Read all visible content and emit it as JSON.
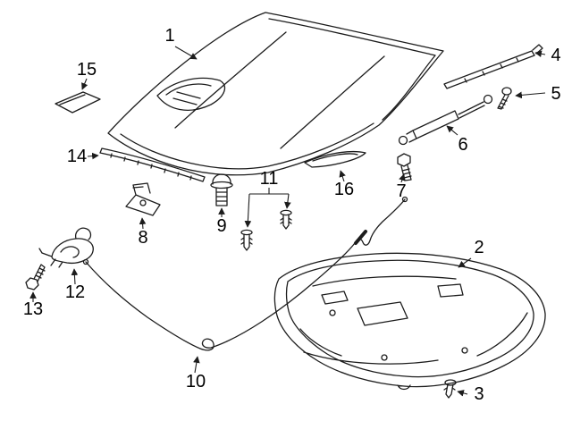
{
  "diagram": {
    "kind": "exploded-parts-diagram",
    "subject": "hood-and-components",
    "background_color": "#ffffff",
    "line_color": "#1c1c1c",
    "label_color": "#000000",
    "callouts": [
      "1",
      "2",
      "3",
      "4",
      "5",
      "6",
      "7",
      "8",
      "9",
      "10",
      "11",
      "12",
      "13",
      "14",
      "15",
      "16"
    ]
  }
}
